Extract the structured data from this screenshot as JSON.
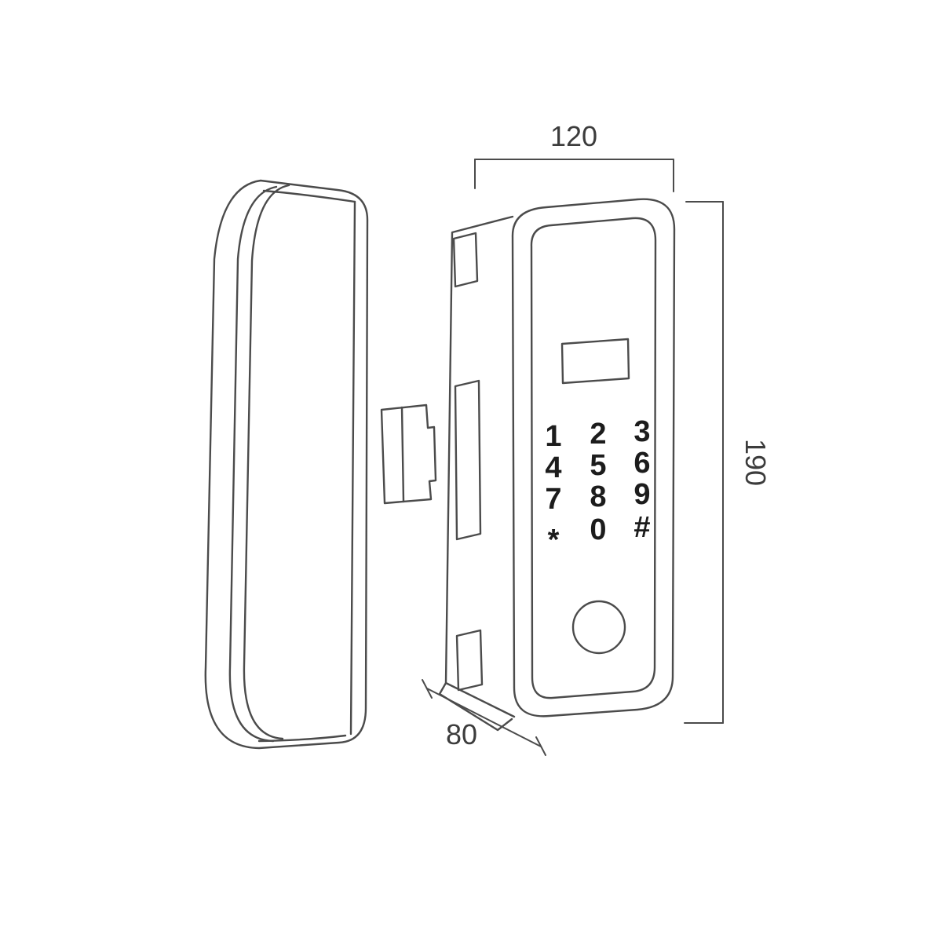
{
  "diagram": {
    "line_color": "#4b4b4b",
    "key_text_color": "#1c1c1c",
    "dimension_text_color": "#3c3c3c",
    "background_color": "#ffffff",
    "dimensions": {
      "width": "120",
      "height": "190",
      "depth": "80"
    },
    "keypad": {
      "keys": [
        "1",
        "2",
        "3",
        "4",
        "5",
        "6",
        "7",
        "8",
        "9",
        "*",
        "0",
        "#"
      ]
    }
  }
}
